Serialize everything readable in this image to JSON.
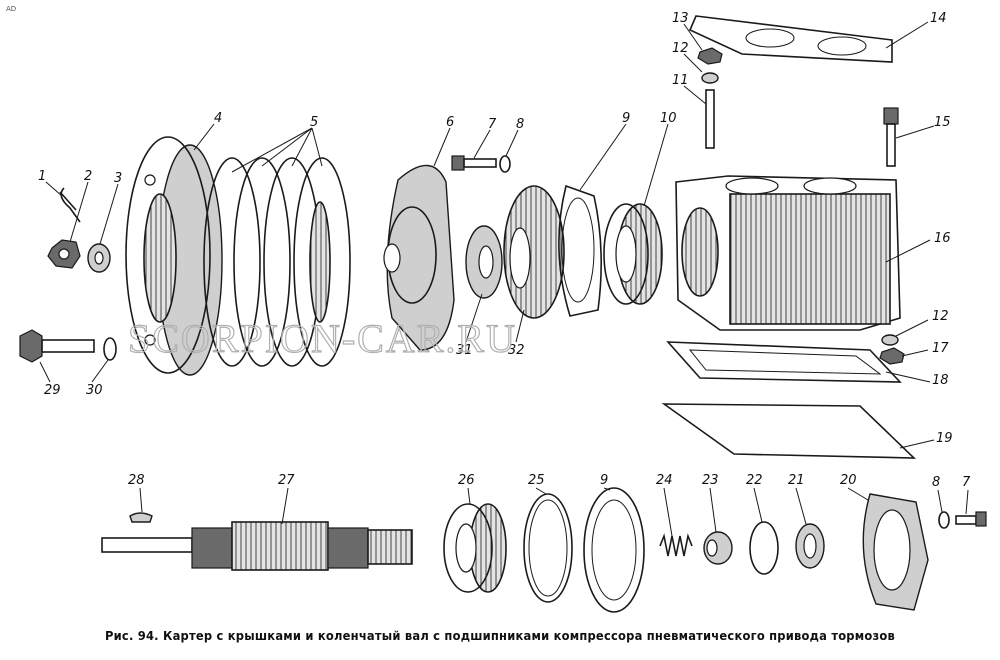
{
  "corner_mark": "AD",
  "watermark": "SCORPION-CAR.RU",
  "caption": "Рис. 94. Картер с крышками и коленчатый вал с подшипниками компрессора пневматического привода тормозов",
  "callouts": {
    "c1": "1",
    "c2": "2",
    "c3": "3",
    "c4": "4",
    "c5": "5",
    "c6": "6",
    "c7": "7",
    "c8": "8",
    "c9": "9",
    "c10": "10",
    "c11": "11",
    "c12": "12",
    "c13": "13",
    "c14": "14",
    "c15": "15",
    "c16": "16",
    "c12b": "12",
    "c17": "17",
    "c18": "18",
    "c19": "19",
    "c29": "29",
    "c30": "30",
    "c31": "31",
    "c32": "32",
    "c28": "28",
    "c27": "27",
    "c26": "26",
    "c25": "25",
    "c9b": "9",
    "c24": "24",
    "c23": "23",
    "c22": "22",
    "c21": "21",
    "c20": "20",
    "c8b": "8",
    "c7b": "7"
  }
}
